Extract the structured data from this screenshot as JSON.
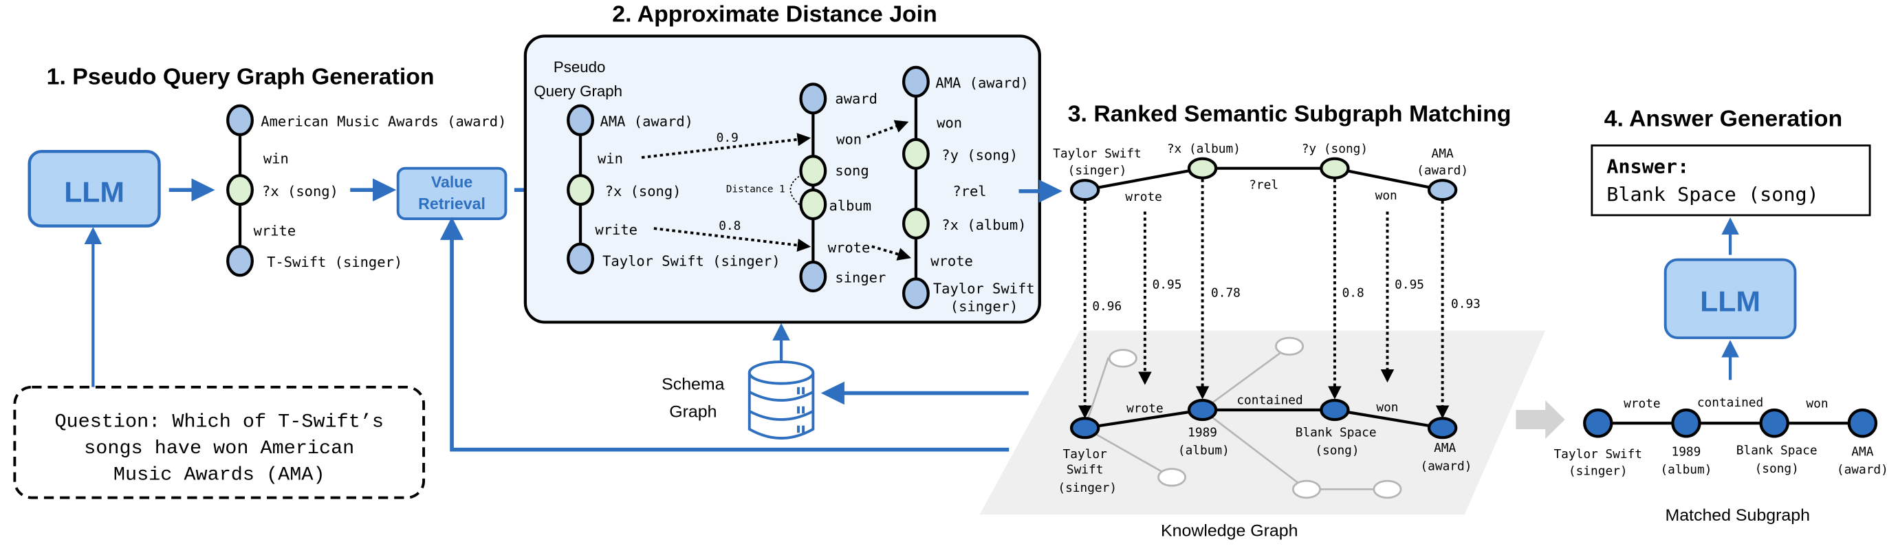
{
  "colors": {
    "accent_blue": "#2f6fbf",
    "llm_box_fill": "#b3d4f5",
    "node_blue": "#a9c6e8",
    "node_green": "#def0d4",
    "node_dark": "#2f6fbf",
    "panel_bg": "#eef4fc",
    "kg_plane": "#efefef"
  },
  "section1": {
    "title": "1. Pseudo Query Graph Generation",
    "llm_label": "LLM",
    "value_retrieval_line1": "Value",
    "value_retrieval_line2": "Retrieval",
    "graph": {
      "nodes": [
        "American Music Awards (award)",
        "?x (song)",
        "T-Swift (singer)"
      ],
      "edges": [
        "win",
        "write"
      ]
    },
    "question_lines": [
      "Question: Which of T-Swift’s",
      "songs have won American",
      "Music Awards (AMA)"
    ]
  },
  "section2": {
    "title": "2. Approximate Distance Join",
    "pseudo_label_line1": "Pseudo",
    "pseudo_label_line2": "Query Graph",
    "pseudo_graph": {
      "nodes": [
        "AMA (award)",
        "?x (song)",
        "Taylor Swift (singer)"
      ],
      "edges": [
        "win",
        "write"
      ]
    },
    "schema_chain": {
      "nodes": [
        "award",
        "song",
        "album",
        "singer"
      ],
      "edges": [
        "won",
        "wrote"
      ],
      "distance_label": "Distance 1"
    },
    "join_scores": [
      "0.9",
      "0.8"
    ],
    "result_graph": {
      "nodes": [
        "AMA (award)",
        "?y (song)",
        "?x (album)",
        "Taylor Swift",
        "(singer)"
      ],
      "edges": [
        "won",
        "?rel",
        "wrote"
      ]
    },
    "schema_graph_line1": "Schema",
    "schema_graph_line2": "Graph"
  },
  "section3": {
    "title": "3. Ranked Semantic Subgraph Matching",
    "query_nodes": [
      {
        "line1": "Taylor Swift",
        "line2": "(singer)"
      },
      {
        "line1": "?x (album)",
        "line2": ""
      },
      {
        "line1": "?y (song)",
        "line2": ""
      },
      {
        "line1": "AMA",
        "line2": "(award)"
      }
    ],
    "query_edges": [
      "wrote",
      "?rel",
      "won"
    ],
    "scores": [
      "0.96",
      "0.95",
      "0.78",
      "0.8",
      "0.95",
      "0.93"
    ],
    "kg_nodes": [
      {
        "line1": "Taylor",
        "line2": "Swift",
        "line3": "(singer)"
      },
      {
        "line1": "1989",
        "line2": "(album)"
      },
      {
        "line1": "Blank Space",
        "line2": "(song)"
      },
      {
        "line1": "AMA",
        "line2": "(award)"
      }
    ],
    "kg_edges": [
      "wrote",
      "contained",
      "won"
    ],
    "kg_label": "Knowledge Graph"
  },
  "section4": {
    "title": "4. Answer Generation",
    "answer_label": "Answer:",
    "answer_value": "Blank Space (song)",
    "llm_label": "LLM",
    "matched_nodes": [
      {
        "line1": "Taylor Swift",
        "line2": "(singer)"
      },
      {
        "line1": "1989",
        "line2": "(album)"
      },
      {
        "line1": "Blank Space",
        "line2": "(song)"
      },
      {
        "line1": "AMA",
        "line2": "(award)"
      }
    ],
    "matched_edges": [
      "wrote",
      "contained",
      "won"
    ],
    "matched_label": "Matched Subgraph"
  }
}
